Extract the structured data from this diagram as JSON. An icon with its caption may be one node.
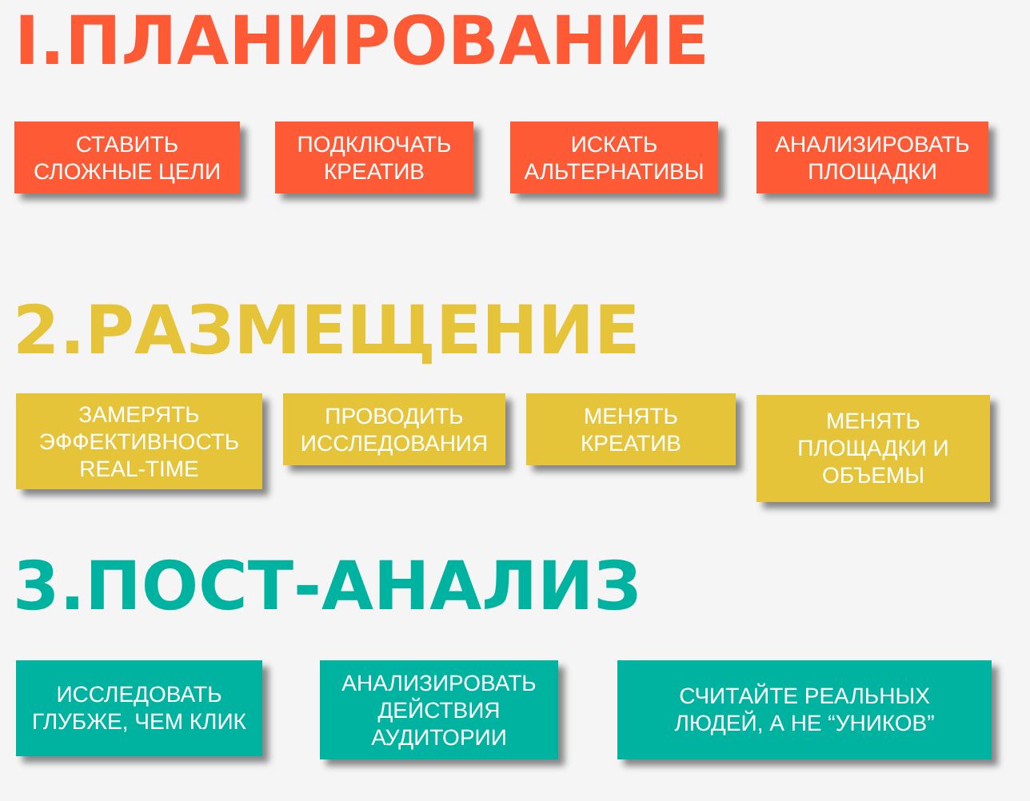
{
  "diagram": {
    "nodes": [
      {
        "text": [
          "СТАВИТЬ СЛОЖНЫЕ ЦЕЛИ"
        ]
      },
      {
        "text": [
          "ПОДКЛЮЧАТЬ КРЕАТИВ"
        ]
      },
      {
        "text": [
          "ИСКАТЬ АЛЬТЕРНАТИВЫ"
        ]
      },
      {
        "text": [
          "АНАЛИЗИРОВАТЬ ПЛОЩАДКИ"
        ]
      },
      {
        "text": [
          "ЗАМЕРЯТЬ ЭФФЕКТИВНОСТЬ REAL-TIME"
        ]
      },
      {
        "text": [
          "ПРОВОДИТЬ ИССЛЕДОВАНИЯ"
        ]
      },
      {
        "text": [
          "МЕНЯТЬ КРЕАТИВ"
        ]
      },
      {
        "text": [
          "МЕНЯТЬ ПЛОЩАДКИ И ОБЪЕМЫ"
        ]
      },
      {
        "text": [
          "ИССЛЕДОВАТЬ ГЛУБЖЕ, ЧЕМ КЛИК"
        ]
      },
      {
        "text": [
          "АНАЛИЗИРОВАТЬ ДЕЙСТВИЯ АУДИТОРИИ"
        ]
      },
      {
        "text": [
          "СЧИТАЙТЕ РЕАЛЬНЫХ ЛЮДЕЙ, А НЕ “УНИКОВ”"
        ]
      }
    ],
    "labels": [
      "I.ПЛАНИРОВАНИЕ",
      "2.РАЗМЕЩЕНИЕ",
      "3.ПОСТ-АНАЛИЗ"
    ]
  }
}
